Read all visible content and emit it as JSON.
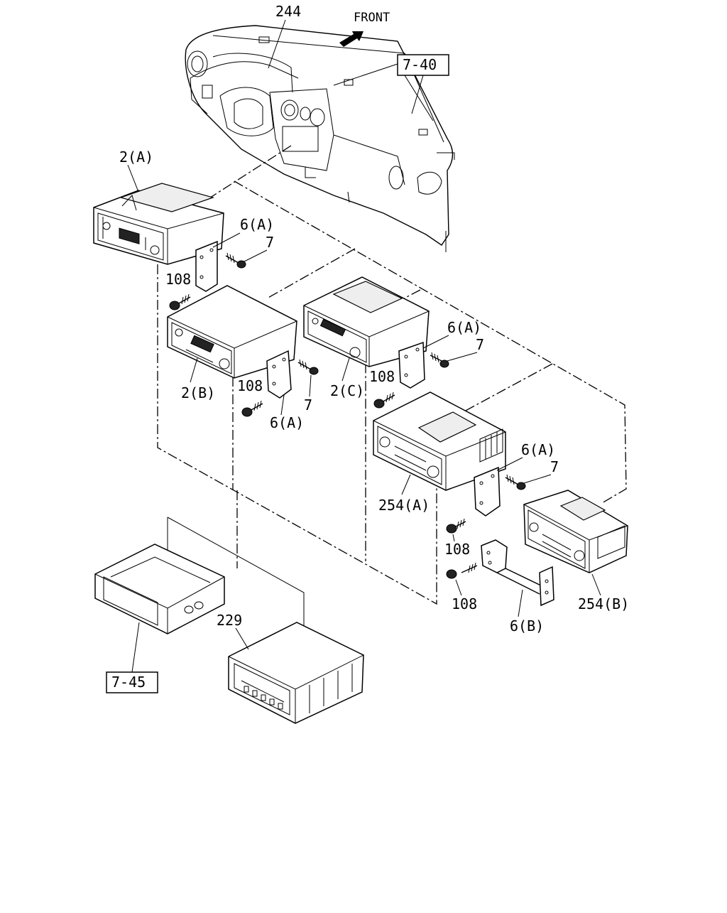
{
  "direction": {
    "label": "FRONT"
  },
  "parts": {
    "dashboard": "244",
    "radio_a": "2(A)",
    "radio_b": "2(B)",
    "radio_c": "2(C)",
    "radio_254a": "254(A)",
    "radio_254b": "254(B)",
    "amplifier": "229",
    "bracket_6a": "6(A)",
    "bracket_6b": "6(B)",
    "screw_7": "7",
    "screw_108": "108"
  },
  "references": {
    "panel": "7-40",
    "pocket": "7-45"
  }
}
